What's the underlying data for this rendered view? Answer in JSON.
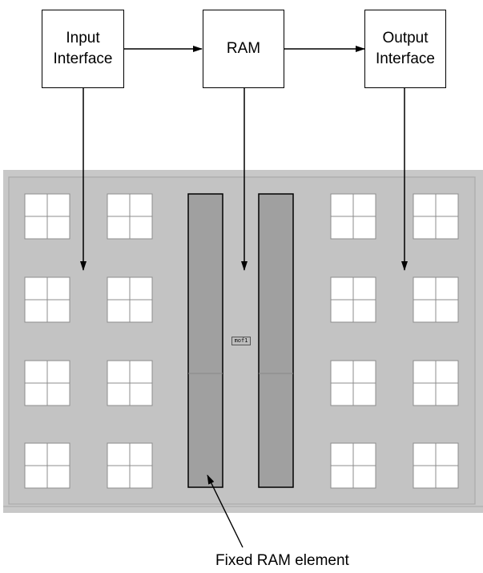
{
  "boxes": {
    "input": "Input\nInterface",
    "ram": "RAM",
    "output": "Output\nInterface"
  },
  "chip": {
    "label": "mof1"
  },
  "caption": "Fixed RAM element",
  "colors": {
    "chip_bg": "#c6c6c6",
    "chip_border": "#a8a8a8",
    "ram_block": "#a0a0a0",
    "cell": "#ffffff",
    "line": "#000000"
  }
}
